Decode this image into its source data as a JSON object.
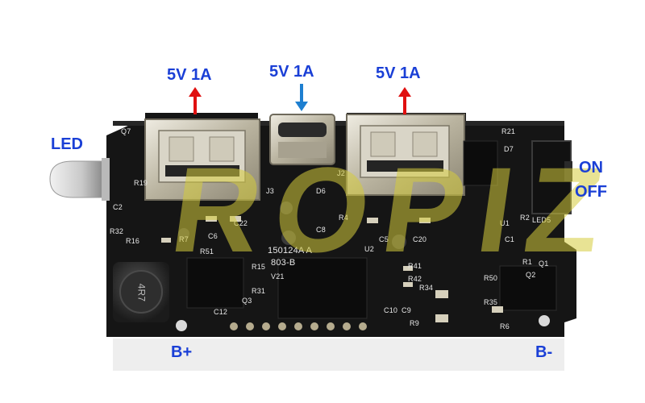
{
  "labels": {
    "led": "LED",
    "out_left": "5V 1A",
    "in_micro": "5V 1A",
    "out_right": "5V 1A",
    "on": "ON",
    "off": "OFF",
    "b_plus": "B+",
    "b_minus": "B-"
  },
  "silkscreen": {
    "q7": "Q7",
    "j3": "J3",
    "d6": "D6",
    "j2": "J2",
    "r21": "R21",
    "d7": "D7",
    "c22": "C22",
    "c6": "C6",
    "c8": "C8",
    "r4": "R4",
    "c5": "C5",
    "c20": "C20",
    "led5": "LED5",
    "u1": "U1",
    "r2": "R2",
    "r16": "R16",
    "r32": "R32",
    "r7": "R7",
    "r51": "R51",
    "r15": "R15",
    "r31": "R31",
    "v21": "V21",
    "u2": "U2",
    "r41": "R41",
    "r42": "R42",
    "r34": "R34",
    "r50": "R50",
    "r35": "R35",
    "r1": "R1",
    "q1": "Q1",
    "q2": "Q2",
    "c10": "C10",
    "c9": "C9",
    "r9": "R9",
    "r6": "R6",
    "c12": "C12",
    "q3": "Q3",
    "c1": "C1",
    "r19": "R19",
    "c2": "C2",
    "board_code": "150124A A",
    "board_code2": "803-B",
    "inductor": "4R7"
  },
  "watermark": "ROPIZ",
  "colors": {
    "label_blue": "#1a3fd6",
    "arrow_red": "#e01010",
    "arrow_blue": "#1e7fd0",
    "pcb": "#151515",
    "usb_metal": "#c9c4b4"
  }
}
